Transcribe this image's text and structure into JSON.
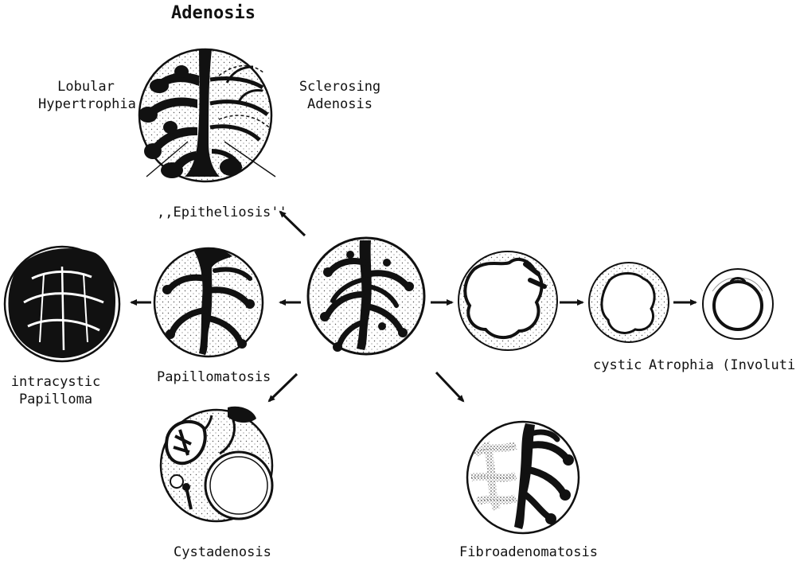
{
  "title": "Adenosis",
  "labels": {
    "lobular_hypertrophia_1": "Lobular",
    "lobular_hypertrophia_2": "Hypertrophia",
    "sclerosing_adenosis_1": "Sclerosing",
    "sclerosing_adenosis_2": "Adenosis",
    "epitheliosis": ",,Epitheliosis''",
    "intracystic_papilloma_1": "intracystic",
    "intracystic_papilloma_2": "Papilloma",
    "papillomatosis": "Papillomatosis",
    "cystic": "cystic",
    "atrophia": "Atrophia (Involution)",
    "cystadenosis": "Cystadenosis",
    "fibroadenomatosis": "Fibroadenomatosis"
  },
  "colors": {
    "ink": "#111111",
    "paper": "#ffffff",
    "stipple": "#555555"
  }
}
